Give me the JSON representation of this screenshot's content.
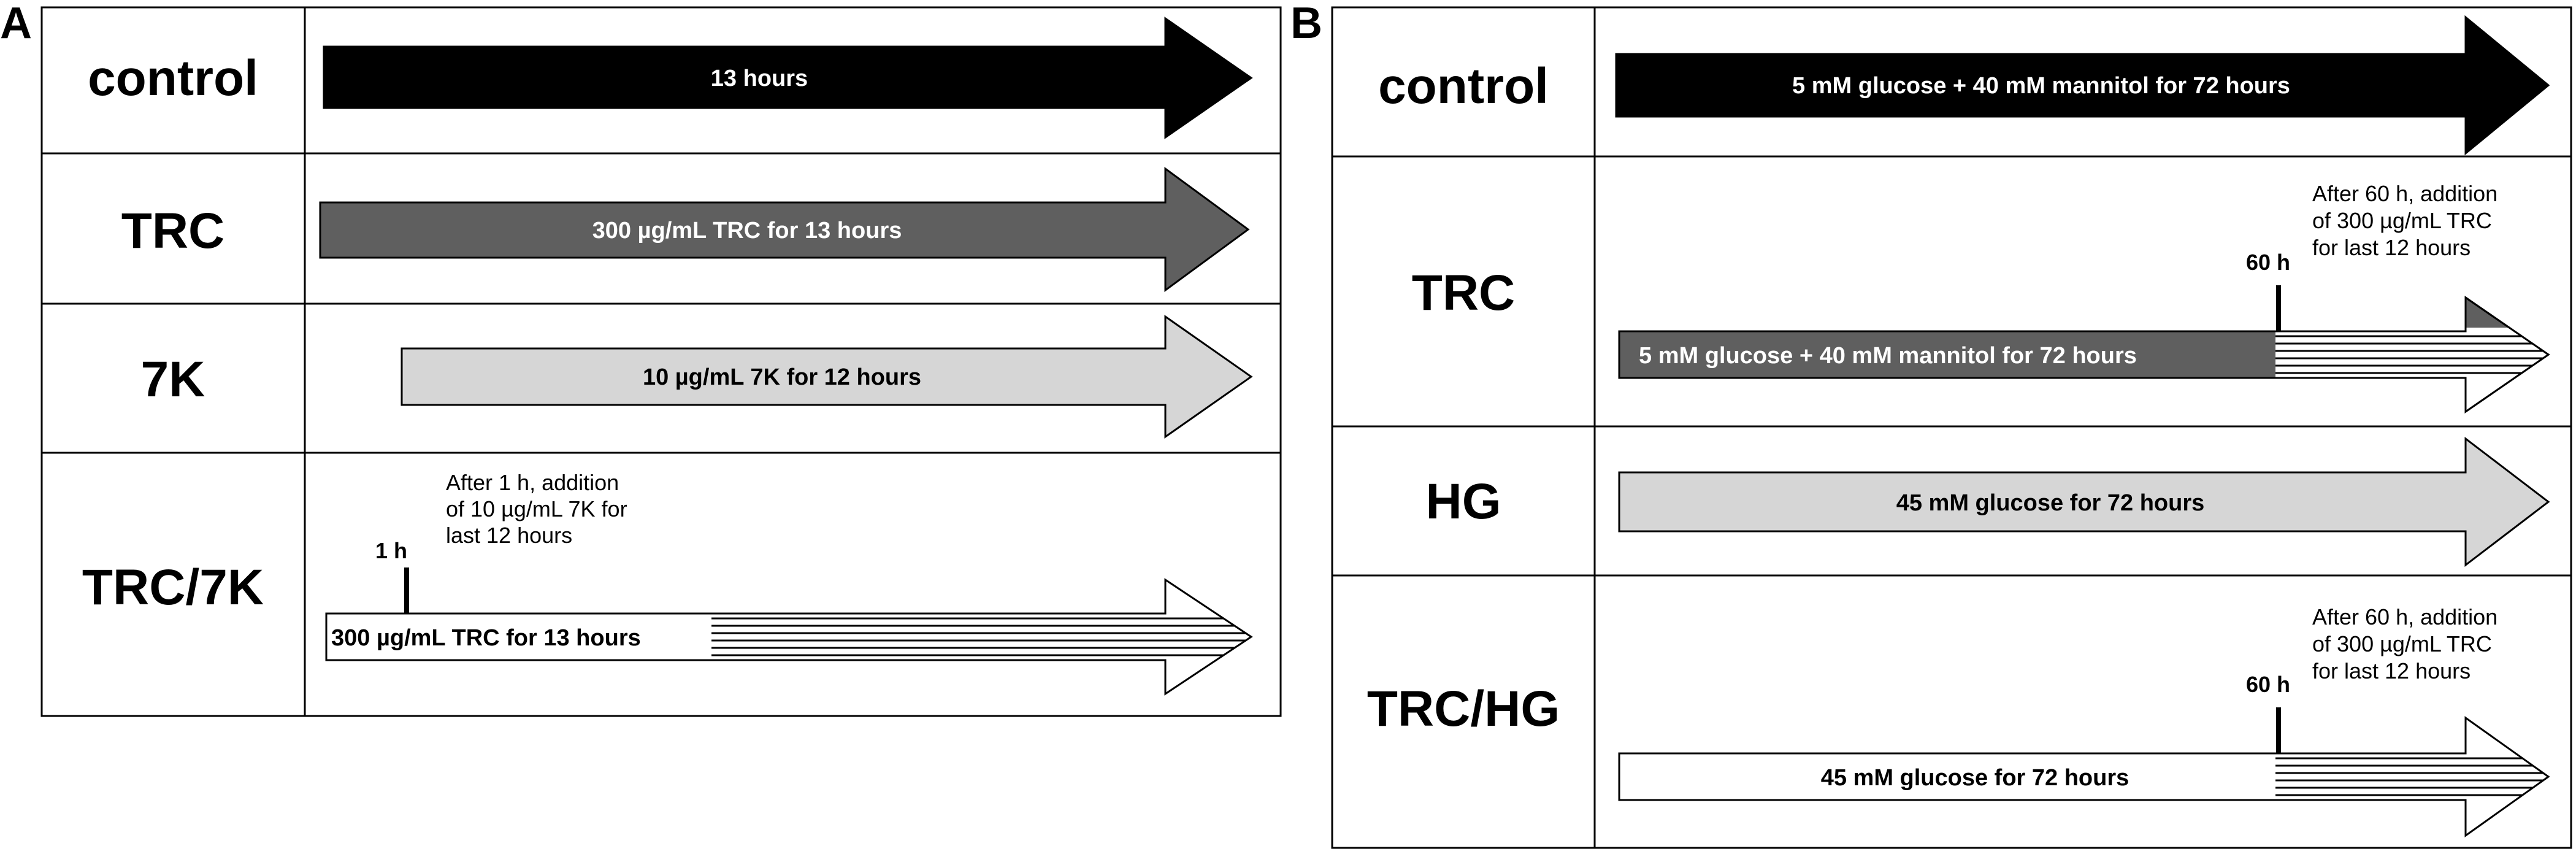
{
  "panels": [
    {
      "letter": "A",
      "rows": [
        {
          "label": "control",
          "arrow_text": "13 hours"
        },
        {
          "label": "TRC",
          "arrow_text": "300 µg/mL TRC for 13 hours"
        },
        {
          "label": "7K",
          "arrow_text": "10 µg/mL 7K for 12 hours"
        },
        {
          "label": "TRC/7K",
          "arrow_text": "300 µg/mL TRC for 13 hours",
          "tick_label": "1 h",
          "note": [
            "After 1 h, addition",
            "of 10 µg/mL 7K for",
            "last 12 hours"
          ]
        }
      ]
    },
    {
      "letter": "B",
      "rows": [
        {
          "label": "control",
          "arrow_text": "5 mM glucose + 40 mM mannitol for 72 hours"
        },
        {
          "label": "TRC",
          "arrow_text": "5 mM glucose + 40 mM mannitol for 72 hours",
          "tick_label": "60 h",
          "note": [
            "After 60 h, addition",
            "of 300 µg/mL TRC",
            "for last 12 hours"
          ]
        },
        {
          "label": "HG",
          "arrow_text": "45 mM glucose for 72 hours"
        },
        {
          "label": "TRC/HG",
          "arrow_text": "45 mM glucose for 72 hours",
          "tick_label": "60 h",
          "note": [
            "After 60 h, addition",
            "of 300 µg/mL TRC",
            "for last 12 hours"
          ]
        }
      ]
    }
  ],
  "colors": {
    "black_fill": "#000000",
    "dark_fill": "#5f5f5f",
    "light_fill": "#d6d6d6",
    "white_fill": "#ffffff",
    "line": "#000000"
  }
}
